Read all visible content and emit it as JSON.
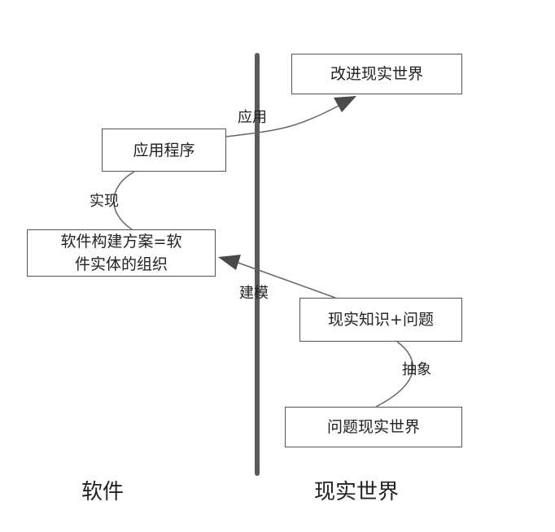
{
  "boxes": {
    "improve_world": "改进现实世界",
    "application": "应用程序",
    "solution_line1": "软件构建方案=软",
    "solution_line2": "件实体的组织",
    "knowledge": "现实知识+问题",
    "problem_world": "问题现实世界"
  },
  "edges": {
    "apply": "应用",
    "implement": "实现",
    "model": "建模",
    "abstract": "抽象"
  },
  "sides": {
    "software": "软件",
    "real_world": "现实世界"
  },
  "colors": {
    "divider": "#5a5a5a",
    "edge": "#666666",
    "arrowhead": "#4a4a4a",
    "box_border": "#555555"
  }
}
